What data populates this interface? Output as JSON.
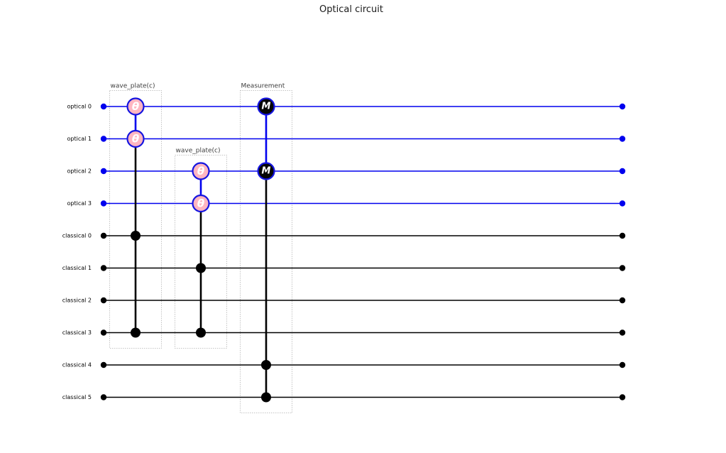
{
  "title": "Optical circuit",
  "colors": {
    "background": "#ffffff",
    "optical_wire": "#0000ee",
    "classical_wire": "#000000",
    "gate_border": "#1515e0",
    "wave_plate_fill": "#ffb6c1",
    "measure_fill": "#050505",
    "gate_symbol_text": "#ffffff",
    "operation_box_border": "#c4c4c4",
    "operation_label_text": "#3d3d3d",
    "wire_label_text": "#000000",
    "title_text": "#1a1a1a"
  },
  "wires": [
    {
      "label": "optical 0",
      "type": "optical"
    },
    {
      "label": "optical 1",
      "type": "optical"
    },
    {
      "label": "optical 2",
      "type": "optical"
    },
    {
      "label": "optical 3",
      "type": "optical"
    },
    {
      "label": "classical 0",
      "type": "classical"
    },
    {
      "label": "classical 1",
      "type": "classical"
    },
    {
      "label": "classical 2",
      "type": "classical"
    },
    {
      "label": "classical 3",
      "type": "classical"
    },
    {
      "label": "classical 4",
      "type": "classical"
    },
    {
      "label": "classical 5",
      "type": "classical"
    }
  ],
  "operations": [
    {
      "label": "wave_plate(c)",
      "column": 0,
      "kind": "wave_plate",
      "gates": [
        {
          "symbol": "θ",
          "wire": 0
        },
        {
          "symbol": "θ",
          "wire": 1
        }
      ],
      "classical_dots": [
        4,
        7
      ]
    },
    {
      "label": "wave_plate(c)",
      "column": 1,
      "kind": "wave_plate",
      "gates": [
        {
          "symbol": "θ",
          "wire": 2
        },
        {
          "symbol": "θ",
          "wire": 3
        }
      ],
      "classical_dots": [
        5,
        7
      ]
    },
    {
      "label": "Measurement",
      "column": 2,
      "kind": "measure",
      "gates": [
        {
          "symbol": "M",
          "wire": 0
        },
        {
          "symbol": "M",
          "wire": 2
        }
      ],
      "classical_dots": [
        8,
        9
      ]
    }
  ]
}
